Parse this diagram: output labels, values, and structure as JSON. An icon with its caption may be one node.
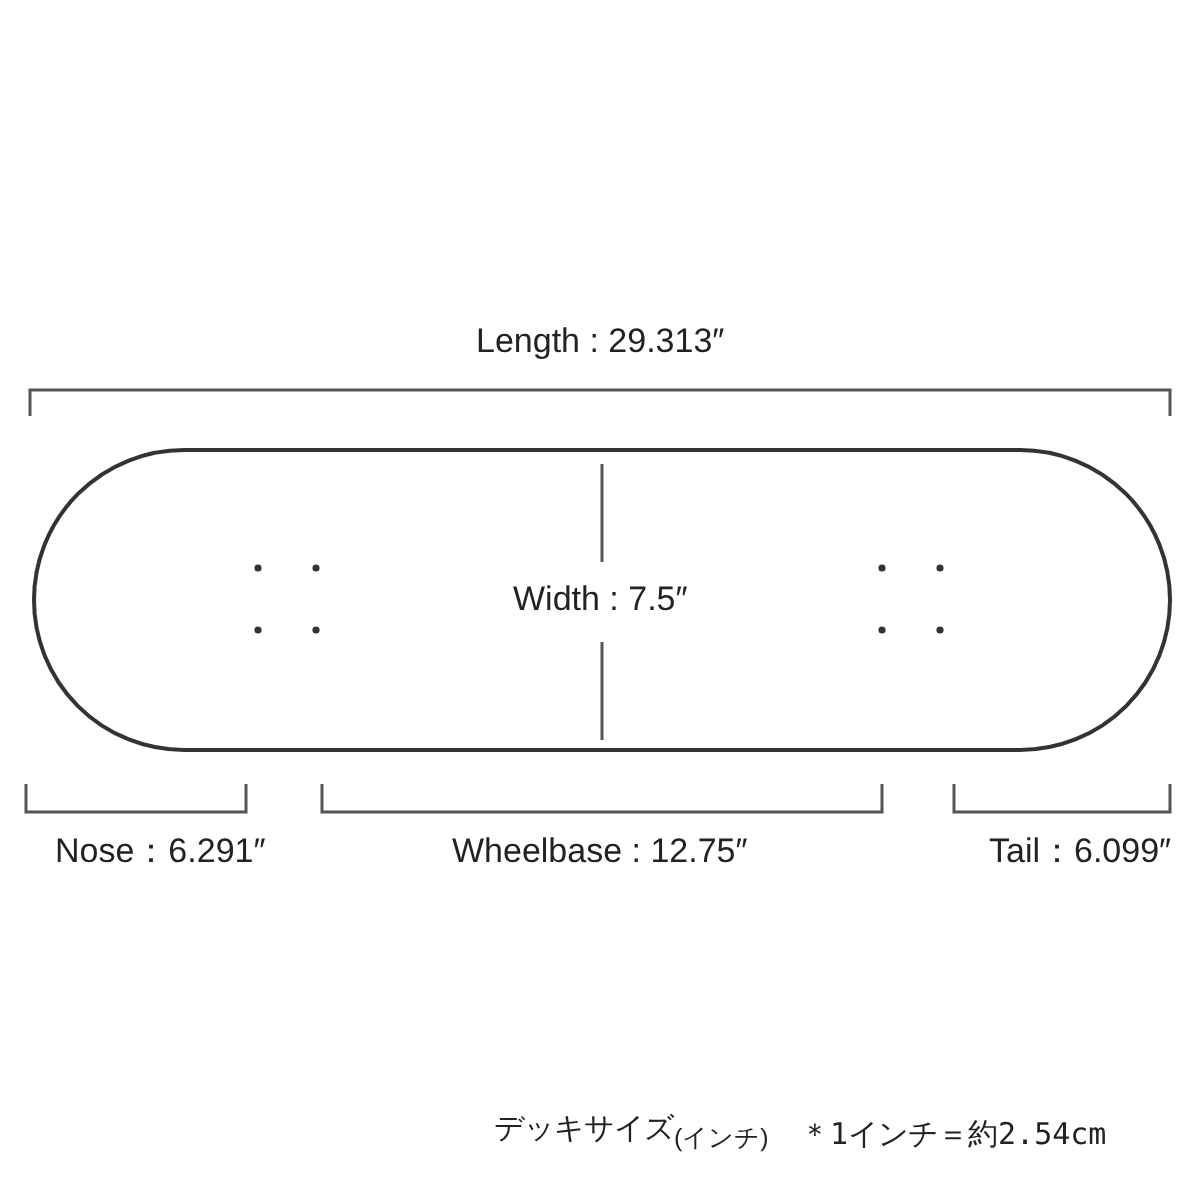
{
  "diagram": {
    "labels": [
      "Length : 29.313″",
      "Width : 7.5″",
      "Nose：6.291″",
      "Wheelbase : 12.75″",
      "Tail：6.099″",
      "デッキサイズ$_{(インチ)}$",
      "＊1インチ＝約2.54cm"
    ]
  }
}
